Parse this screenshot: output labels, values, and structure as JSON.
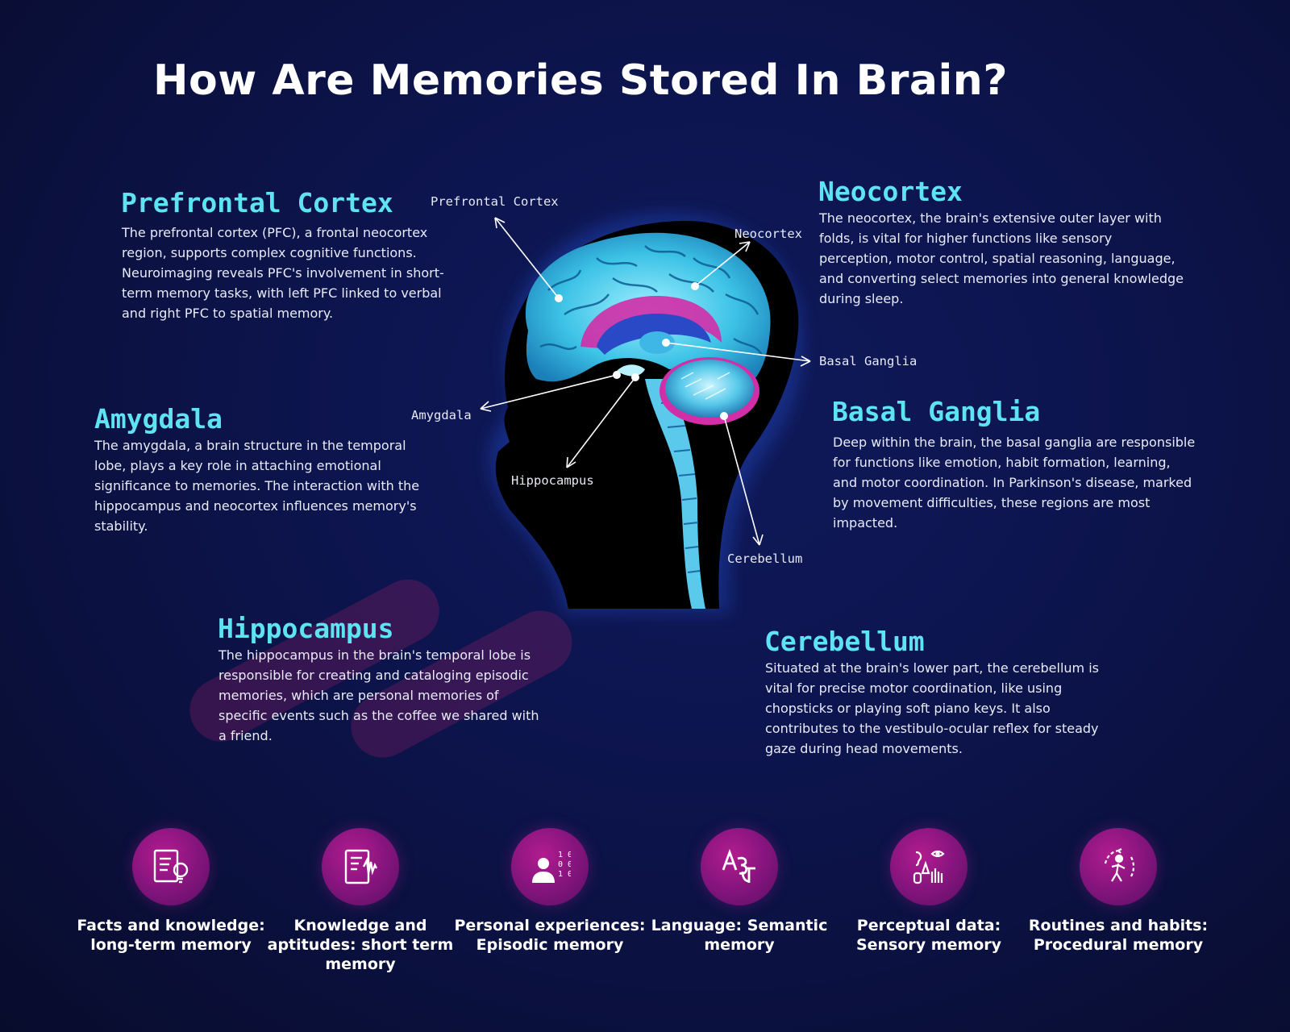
{
  "title": "How Are Memories Stored In Brain?",
  "sections": {
    "prefrontal": {
      "heading": "Prefrontal Cortex",
      "body": "The prefrontal cortex (PFC), a frontal neocortex region, supports complex cognitive functions. Neuroimaging reveals PFC's involvement in short-term memory tasks, with left PFC linked to verbal and right PFC to spatial memory."
    },
    "neocortex": {
      "heading": "Neocortex",
      "body": "The neocortex, the brain's extensive outer layer with folds, is vital for higher functions like sensory perception, motor control, spatial reasoning, language, and converting select memories into general knowledge during sleep."
    },
    "amygdala": {
      "heading": "Amygdala",
      "body": "The amygdala, a brain structure in the temporal lobe, plays a key role in attaching emotional significance to memories. The interaction with the hippocampus and neocortex influences memory's stability."
    },
    "basal_ganglia": {
      "heading": "Basal Ganglia",
      "body": "Deep within the brain, the basal ganglia are responsible for functions like emotion, habit formation, learning, and motor coordination. In Parkinson's disease, marked by movement difficulties, these regions are most impacted."
    },
    "hippocampus": {
      "heading": "Hippocampus",
      "body": "The hippocampus in the brain's temporal lobe is responsible for creating and cataloging episodic memories, which are personal memories of specific events such as the coffee we shared with a friend."
    },
    "cerebellum": {
      "heading": "Cerebellum",
      "body": "Situated at the brain's lower part, the cerebellum is vital for precise motor coordination, like using chopsticks or playing soft piano keys. It also contributes to the vestibulo-ocular reflex for steady gaze during head movements."
    }
  },
  "brain_labels": {
    "prefrontal": "Prefrontal Cortex",
    "neocortex": "Neocortex",
    "basal_ganglia": "Basal Ganglia",
    "amygdala": "Amygdala",
    "hippocampus": "Hippocampus",
    "cerebellum": "Cerebellum"
  },
  "memory_types": [
    {
      "label": "Facts and knowledge: long-term memory",
      "icon": "document-lightbulb-icon"
    },
    {
      "label": "Knowledge and aptitudes: short term memory",
      "icon": "document-waveform-icon"
    },
    {
      "label": "Personal experiences: Episodic memory",
      "icon": "person-binary-icon"
    },
    {
      "label": "Language: Semantic memory",
      "icon": "translate-icon"
    },
    {
      "label": "Perceptual data: Sensory memory",
      "icon": "senses-icon"
    },
    {
      "label": "Routines and habits: Procedural memory",
      "icon": "routine-person-icon"
    }
  ],
  "colors": {
    "background": "#0d1550",
    "heading_cyan": "#5ee3f2",
    "icon_magenta": "#a01a88",
    "brain_cyan": "#4fd8f0",
    "brain_magenta": "#d12ea8"
  }
}
